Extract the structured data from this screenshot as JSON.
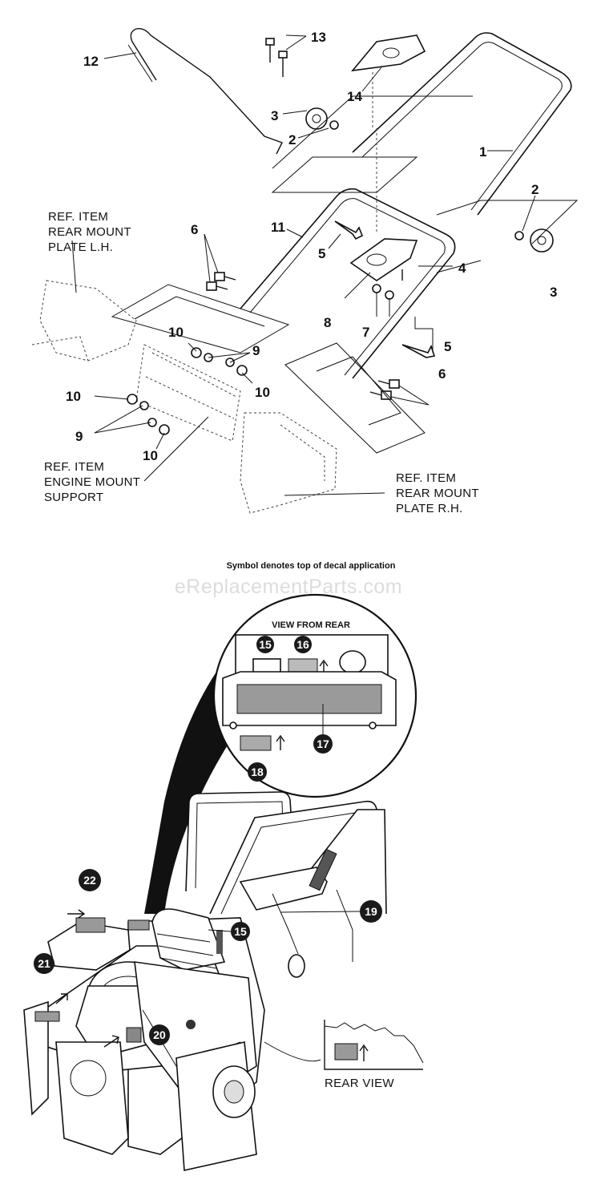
{
  "callouts_top": {
    "c1": "1",
    "c2a": "2",
    "c2b": "2",
    "c3a": "3",
    "c3b": "3",
    "c4": "4",
    "c5a": "5",
    "c5b": "5",
    "c6a": "6",
    "c6b": "6",
    "c7": "7",
    "c8": "8",
    "c9a": "9",
    "c9b": "9",
    "c10a": "10",
    "c10b": "10",
    "c10c": "10",
    "c10d": "10",
    "c11": "11",
    "c12": "12",
    "c13": "13",
    "c14": "14"
  },
  "ref_labels": {
    "lh": [
      "REF. ITEM",
      "REAR MOUNT",
      "PLATE L.H."
    ],
    "engine": [
      "REF. ITEM",
      "ENGINE MOUNT",
      "SUPPORT"
    ],
    "rh": [
      "REF. ITEM",
      "REAR MOUNT",
      "PLATE R.H."
    ]
  },
  "note": "Symbol denotes top of decal application",
  "watermark": "eReplacementParts.com",
  "inset": {
    "title": "VIEW FROM REAR",
    "b15": "15",
    "b16": "16",
    "b17": "17",
    "b18": "18"
  },
  "bottom": {
    "b15": "15",
    "b19": "19",
    "b20": "20",
    "b21": "21",
    "b22": "22",
    "rear_view": "REAR VIEW"
  },
  "colors": {
    "ink": "#111111",
    "watermark": "#dcdcdc",
    "badge": "#1a1a1a"
  }
}
